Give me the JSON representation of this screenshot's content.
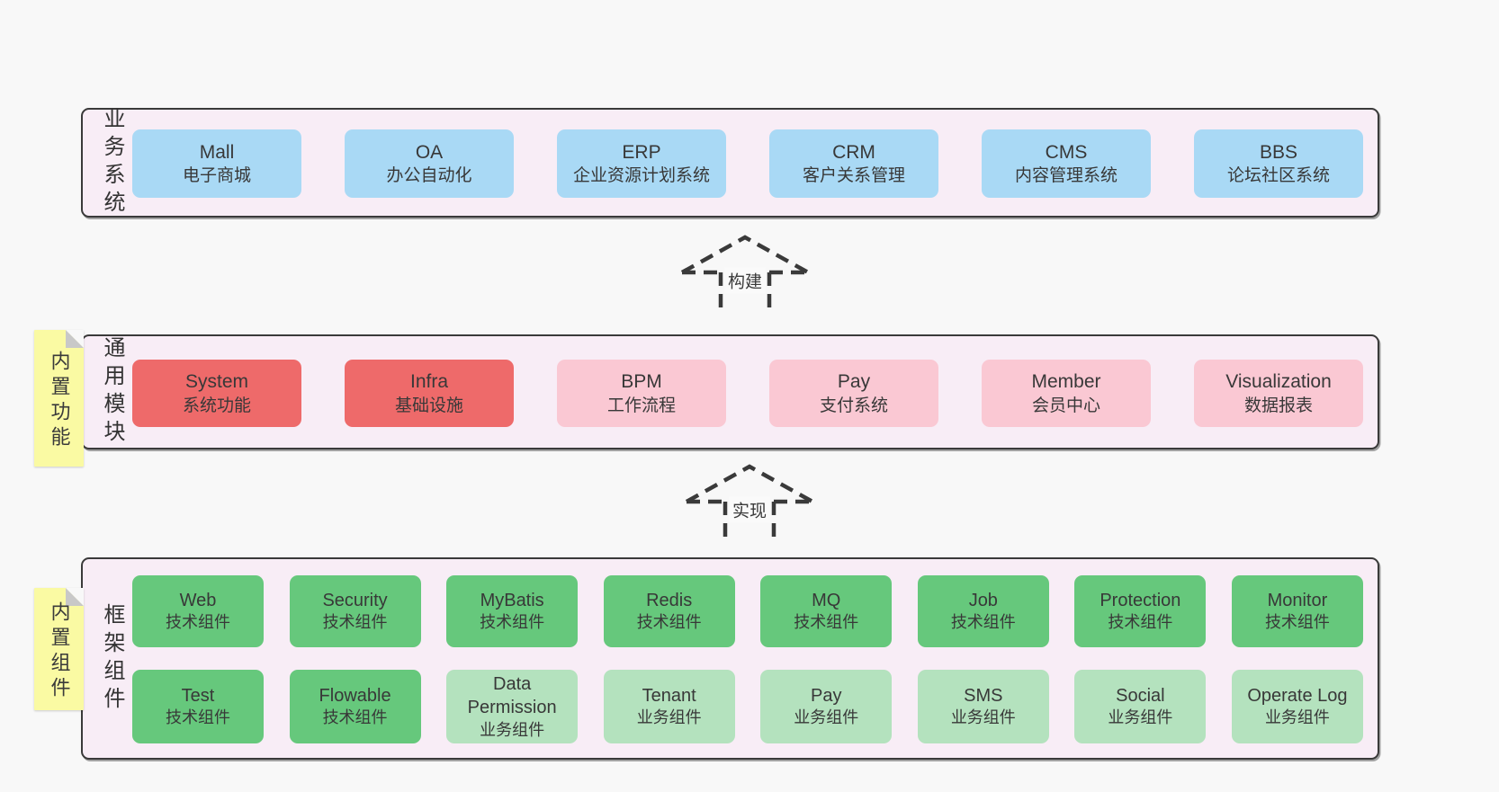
{
  "colors": {
    "background": "#f8f8f8",
    "layer_fill": "#f8edf6",
    "layer_border": "#3a3a3a",
    "business_box": "#a9d9f5",
    "core_module_box": "#ee6a6a",
    "optional_module_box": "#fac8d3",
    "tech_component_box": "#66c87c",
    "biz_component_box": "#b4e2be",
    "sticky_tab": "#fafaa3",
    "text": "#383838"
  },
  "arrows": [
    {
      "label": "构建"
    },
    {
      "label": "实现"
    }
  ],
  "layers": [
    {
      "label": "业务系统",
      "tab": "",
      "rows": [
        [
          {
            "title": "Mall",
            "subtitle": "电子商城",
            "variant": "blue"
          },
          {
            "title": "OA",
            "subtitle": "办公自动化",
            "variant": "blue"
          },
          {
            "title": "ERP",
            "subtitle": "企业资源计划系统",
            "variant": "blue"
          },
          {
            "title": "CRM",
            "subtitle": "客户关系管理",
            "variant": "blue"
          },
          {
            "title": "CMS",
            "subtitle": "内容管理系统",
            "variant": "blue"
          },
          {
            "title": "BBS",
            "subtitle": "论坛社区系统",
            "variant": "blue"
          }
        ]
      ]
    },
    {
      "label": "通用模块",
      "tab": "内置功能",
      "rows": [
        [
          {
            "title": "System",
            "subtitle": "系统功能",
            "variant": "red"
          },
          {
            "title": "Infra",
            "subtitle": "基础设施",
            "variant": "red"
          },
          {
            "title": "BPM",
            "subtitle": "工作流程",
            "variant": "pink"
          },
          {
            "title": "Pay",
            "subtitle": "支付系统",
            "variant": "pink"
          },
          {
            "title": "Member",
            "subtitle": "会员中心",
            "variant": "pink"
          },
          {
            "title": "Visualization",
            "subtitle": "数据报表",
            "variant": "pink"
          }
        ]
      ]
    },
    {
      "label": "框架组件",
      "tab": "内置组件",
      "rows": [
        [
          {
            "title": "Web",
            "subtitle": "技术组件",
            "variant": "green"
          },
          {
            "title": "Security",
            "subtitle": "技术组件",
            "variant": "green"
          },
          {
            "title": "MyBatis",
            "subtitle": "技术组件",
            "variant": "green"
          },
          {
            "title": "Redis",
            "subtitle": "技术组件",
            "variant": "green"
          },
          {
            "title": "MQ",
            "subtitle": "技术组件",
            "variant": "green"
          },
          {
            "title": "Job",
            "subtitle": "技术组件",
            "variant": "green"
          },
          {
            "title": "Protection",
            "subtitle": "技术组件",
            "variant": "green"
          },
          {
            "title": "Monitor",
            "subtitle": "技术组件",
            "variant": "green"
          }
        ],
        [
          {
            "title": "Test",
            "subtitle": "技术组件",
            "variant": "green"
          },
          {
            "title": "Flowable",
            "subtitle": "技术组件",
            "variant": "green"
          },
          {
            "title": "Data Permission",
            "subtitle": "业务组件",
            "variant": "light-green"
          },
          {
            "title": "Tenant",
            "subtitle": "业务组件",
            "variant": "light-green"
          },
          {
            "title": "Pay",
            "subtitle": "业务组件",
            "variant": "light-green"
          },
          {
            "title": "SMS",
            "subtitle": "业务组件",
            "variant": "light-green"
          },
          {
            "title": "Social",
            "subtitle": "业务组件",
            "variant": "light-green"
          },
          {
            "title": "Operate Log",
            "subtitle": "业务组件",
            "variant": "light-green"
          }
        ]
      ]
    }
  ]
}
